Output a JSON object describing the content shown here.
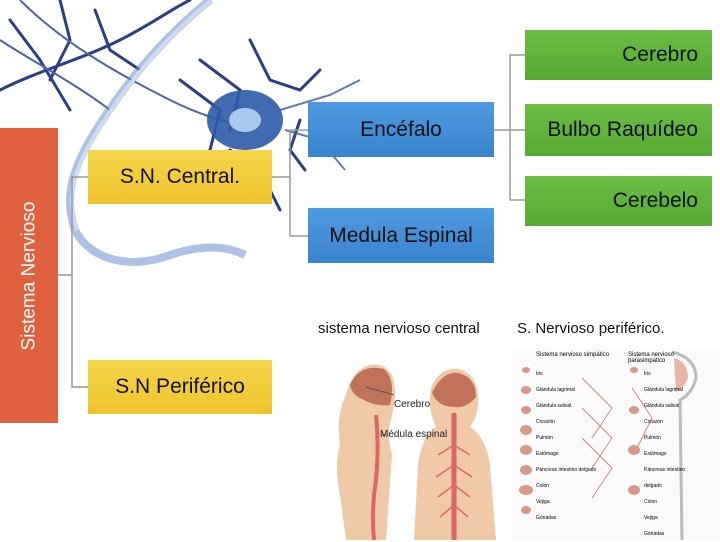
{
  "diagram": {
    "root": "Sistema Nervioso",
    "central": "S.N. Central.",
    "peripheral": "S.N Periférico",
    "encefalo": "Encéfalo",
    "medula": "Medula Espinal",
    "cerebro": "Cerebro",
    "bulbo": "Bulbo Raquídeo",
    "cerebelo": "Cerebelo"
  },
  "captions": {
    "central": "sistema nervioso central",
    "peripheral": "S. Nervioso periférico."
  },
  "illustration_left": {
    "labels": [
      "Cerebro",
      "Médula espinal"
    ]
  },
  "illustration_right": {
    "headers": [
      "Sistema nervioso simpático",
      "Sistema nervioso parasimpático"
    ],
    "left_labels": [
      "Iris",
      "Glándula lagrimal",
      "Glándula salival",
      "Corazón",
      "Pulmón",
      "Estómago",
      "Páncreas intestino delgado",
      "Colon",
      "Vejiga",
      "Gónadas"
    ],
    "right_labels": [
      "Iris",
      "Glándula lagrimal",
      "Glándula salival",
      "Corazón",
      "Pulmón",
      "Estómago",
      "Páncreas intestino delgado",
      "Colon",
      "Vejiga",
      "Gónadas"
    ]
  },
  "colors": {
    "root": "#e0613e",
    "level1": "#f0c832",
    "level2": "#3f8bd5",
    "level3": "#5cae38",
    "connector": "#9a9a9a"
  }
}
